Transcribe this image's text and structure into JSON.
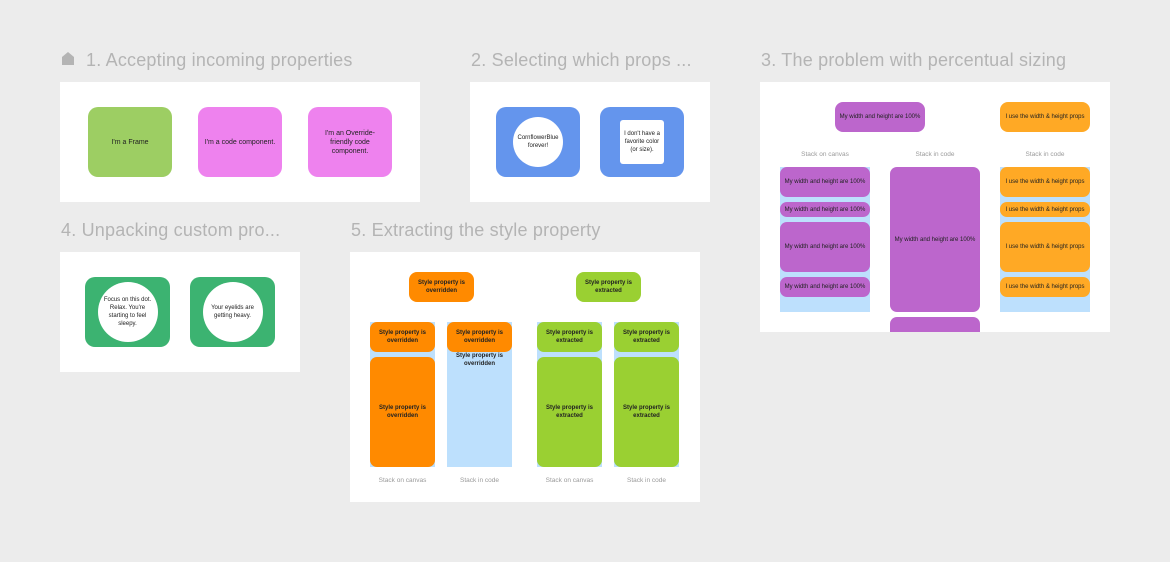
{
  "sections": [
    {
      "title": "1. Accepting incoming properties"
    },
    {
      "title": "2. Selecting which props ..."
    },
    {
      "title": "3. The problem with percentual sizing"
    },
    {
      "title": "4. Unpacking custom pro..."
    },
    {
      "title": "5. Extracting the style property"
    }
  ],
  "s1": {
    "frame": "I'm a Frame",
    "code": "I'm a code component.",
    "override": "I'm an Override-friendly code component."
  },
  "s2": {
    "blue": "CornflowerBlue forever!",
    "nocolor": "I don't have a favorite color (or size)."
  },
  "s3": {
    "purple_top": "My width and height are 100%",
    "orange_top": "I use the width & height props",
    "cap1": "Stack on canvas",
    "cap2": "Stack in code",
    "cap3": "Stack in code",
    "purple_item": "My width and height are 100%",
    "orange_item": "I use the width & height props"
  },
  "s4": {
    "dot": "Focus on this dot. Relax. You're starting to feel sleepy.",
    "eyelids": "Your eyelids are getting heavy."
  },
  "s5": {
    "overridden": "Style property is overridden",
    "extracted": "Style property is extracted",
    "cap_canvas": "Stack on canvas",
    "cap_code": "Stack in code"
  },
  "colors": {
    "background": "#ececec",
    "green": "#9dce63",
    "pink": "#ee82ee",
    "cornflower": "#6495ed",
    "seagreen": "#3cb371",
    "purple": "#bc66cc",
    "orange": "#ffa925",
    "dark_orange": "#ff8a00",
    "lime": "#9ad032",
    "stack_blue": "#bde0fd"
  }
}
